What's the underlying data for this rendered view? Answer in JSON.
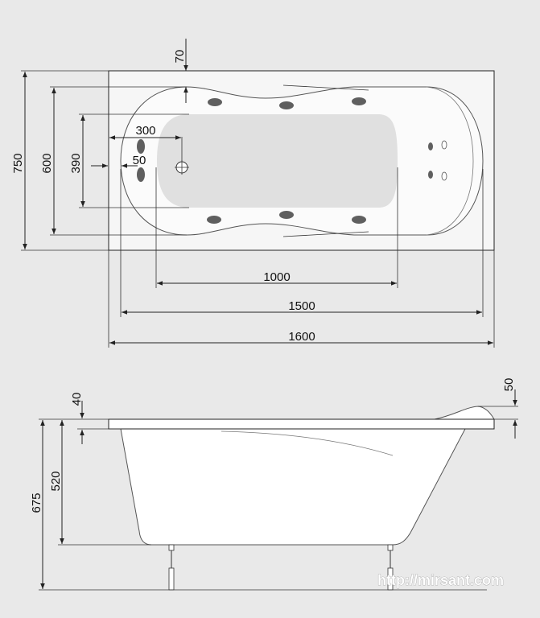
{
  "top_view": {
    "dim_70": "70",
    "dim_750": "750",
    "dim_600": "600",
    "dim_390": "390",
    "dim_300": "300",
    "dim_50": "50",
    "dim_1000": "1000",
    "dim_1500": "1500",
    "dim_1600": "1600"
  },
  "side_view": {
    "dim_40": "40",
    "dim_50": "50",
    "dim_520": "520",
    "dim_675": "675"
  },
  "watermark": "http://mirsant.com",
  "colors": {
    "background": "#e9e9e9",
    "tub_fill": "#ffffff",
    "basin_shade": "#e0e0e0",
    "jet": "#5f5f5f",
    "line": "#222222"
  }
}
